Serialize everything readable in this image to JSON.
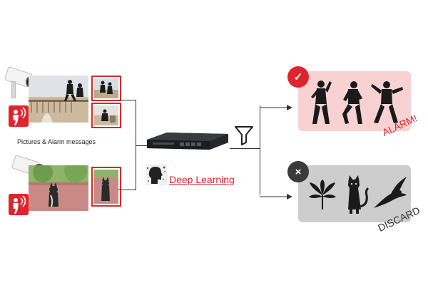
{
  "caption": "Pictures & Alarm messages",
  "engine": {
    "label": "Deep Learning",
    "icons": [
      "security-camera-icon",
      "alarm-badge-icon",
      "nvr-device-icon",
      "ai-head-icon",
      "funnel-filter-icon"
    ]
  },
  "results": {
    "alarm": {
      "label": "ALARM!",
      "status_icon": "check-icon",
      "status_glyph": "✓",
      "figures": [
        "human-silhouette-icon",
        "human-silhouette-icon",
        "human-silhouette-icon"
      ]
    },
    "discard": {
      "label": "DISCARD",
      "status_icon": "close-icon",
      "status_glyph": "×",
      "figures": [
        "leaf-silhouette-icon",
        "cat-silhouette-icon",
        "bird-silhouette-icon"
      ]
    }
  },
  "colors": {
    "accent_red": "#e0242d",
    "alarm_panel": "#f8d2d3",
    "discard_panel": "#cdcdcd",
    "dark": "#3a3a3a"
  }
}
